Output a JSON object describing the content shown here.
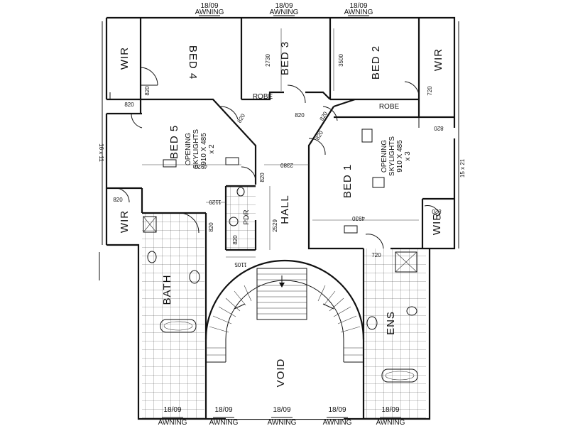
{
  "awnings": {
    "label_top": "18/09",
    "label_bottom": "AWNING"
  },
  "rooms": {
    "bed1": "BED 1",
    "bed2": "BED 2",
    "bed3": "BED 3",
    "bed4": "BED 4",
    "bed5": "BED 5",
    "wir": "WIR",
    "robe": "ROBE",
    "hall": "HALL",
    "pdr": "PDR",
    "bath": "BATH",
    "ens": "ENS",
    "void": "VOID"
  },
  "skylights": {
    "bed5": [
      "OPENING",
      "SKYLIGHTS",
      "910 X 485",
      "x 2"
    ],
    "bed1": [
      "OPENING",
      "SKYLIGHTS",
      "910 X 485",
      "x 3"
    ]
  },
  "dimensions": {
    "d820": "820",
    "d720": "720",
    "d2730": "2730",
    "d3500": "3500",
    "d4920": "4920",
    "d2380": "2380",
    "d1120": "1120",
    "d2529": "2529",
    "d1105": "1105",
    "d4930": "4930",
    "d15x21": "15 x 21",
    "d16x11": "16 x 11"
  }
}
